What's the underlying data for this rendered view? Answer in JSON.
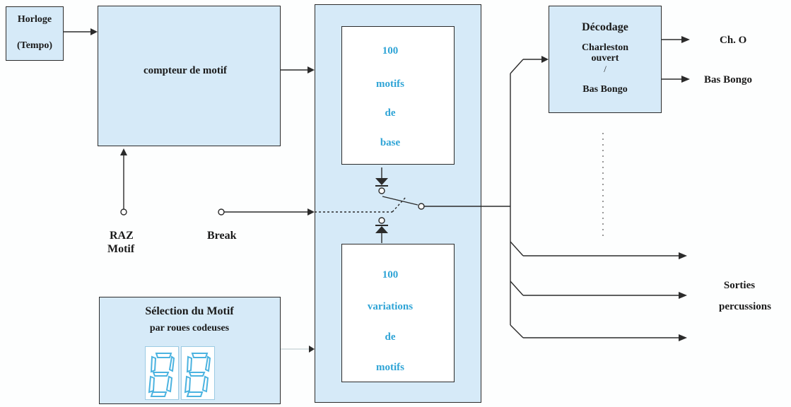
{
  "clock": {
    "line1": "Horloge",
    "line2": "(Tempo)"
  },
  "counter": {
    "label": "compteur de motif"
  },
  "memory": {
    "base": {
      "line1": "100",
      "line2": "motifs",
      "line3": "de",
      "line4": "base"
    },
    "variations": {
      "line1": "100",
      "line2": "variations",
      "line3": "de",
      "line4": "motifs"
    }
  },
  "inputs": {
    "raz_line1": "RAZ",
    "raz_line2": "Motif",
    "break": "Break"
  },
  "selection": {
    "line1": "Sélection du Motif",
    "line2": "par roues codeuses"
  },
  "decoder": {
    "line1": "Décodage",
    "line2": "Charleston",
    "line3": "ouvert",
    "line4": "/",
    "line5": "Bas Bongo"
  },
  "outputs": {
    "ch_o": "Ch. O",
    "bas_bongo": "Bas Bongo",
    "sorties_line1": "Sorties",
    "sorties_line2": "percussions"
  },
  "colors": {
    "box_fill": "#d6eaf8",
    "accent_text": "#2fa4d6",
    "line": "#2b2b2b"
  },
  "icons": [
    "seven-segment-icon"
  ]
}
